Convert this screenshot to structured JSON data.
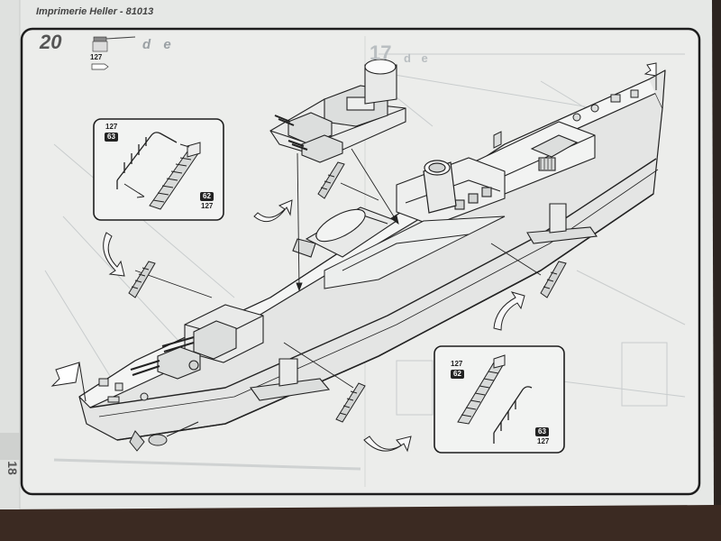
{
  "page": {
    "header": "Imprimerie Heller - 81013",
    "step_number": "20",
    "step_suffix": "d e",
    "ghost_step_number": "17",
    "ghost_step_suffix": "d e",
    "glue_ref": "127",
    "page_number": "18"
  },
  "callout_left": {
    "top_ref": "127",
    "top_part": "63",
    "bottom_part": "62",
    "bottom_ref": "127"
  },
  "callout_right": {
    "top_ref": "127",
    "top_part": "62",
    "bottom_part": "63",
    "bottom_ref": "127"
  },
  "colors": {
    "paper": "#e9ebe9",
    "background": "#2a2522",
    "line": "#222222",
    "part_fill": "#d2d4d3"
  },
  "icons": [
    "glue-tube-icon",
    "brush-icon",
    "rotate-arrow-icon",
    "flag-icon"
  ]
}
